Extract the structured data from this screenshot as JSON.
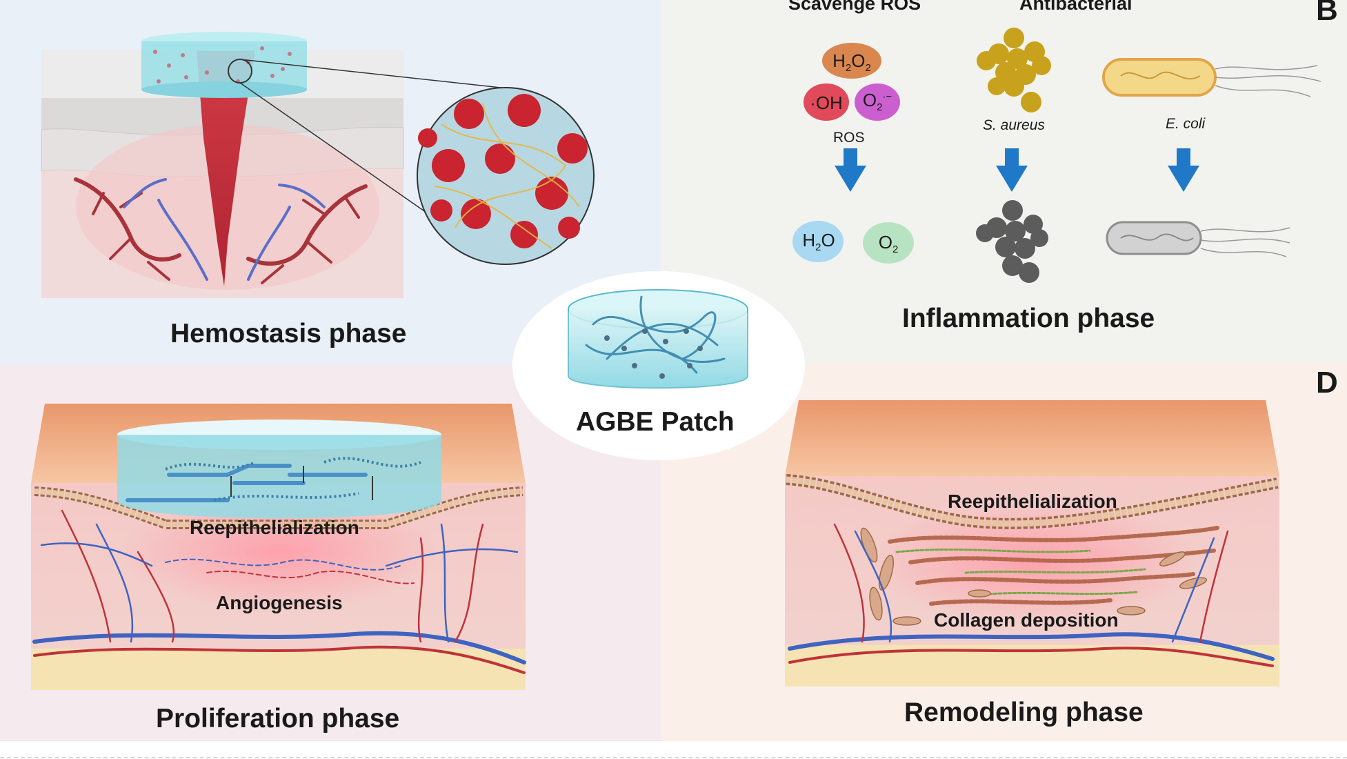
{
  "panels": {
    "A": {
      "phase_label": "Hemostasis phase"
    },
    "B": {
      "letter": "B",
      "phase_label": "Inflammation phase",
      "scavenge_heading": "Scavenge ROS",
      "antibacterial_heading": "Antibacterial",
      "ros_label": "ROS",
      "s_aureus": "S. aureus",
      "e_coli": "E. coli"
    },
    "C": {
      "phase_label": "Proliferation phase",
      "reepithelialization": "Reepithelialization",
      "angiogenesis": "Angiogenesis"
    },
    "D": {
      "letter": "D",
      "phase_label": "Remodeling phase",
      "reepithelialization": "Reepithelialization",
      "collagen_deposition": "Collagen deposition"
    }
  },
  "center": {
    "patch_label": "AGBE Patch"
  },
  "colors": {
    "blood_red": "#c0323a",
    "vein_blue": "#4a64c0",
    "hydrogel_cyan": "#8fdde8",
    "arrow_blue": "#1f78c8",
    "skin_orange": "#e8a070"
  }
}
